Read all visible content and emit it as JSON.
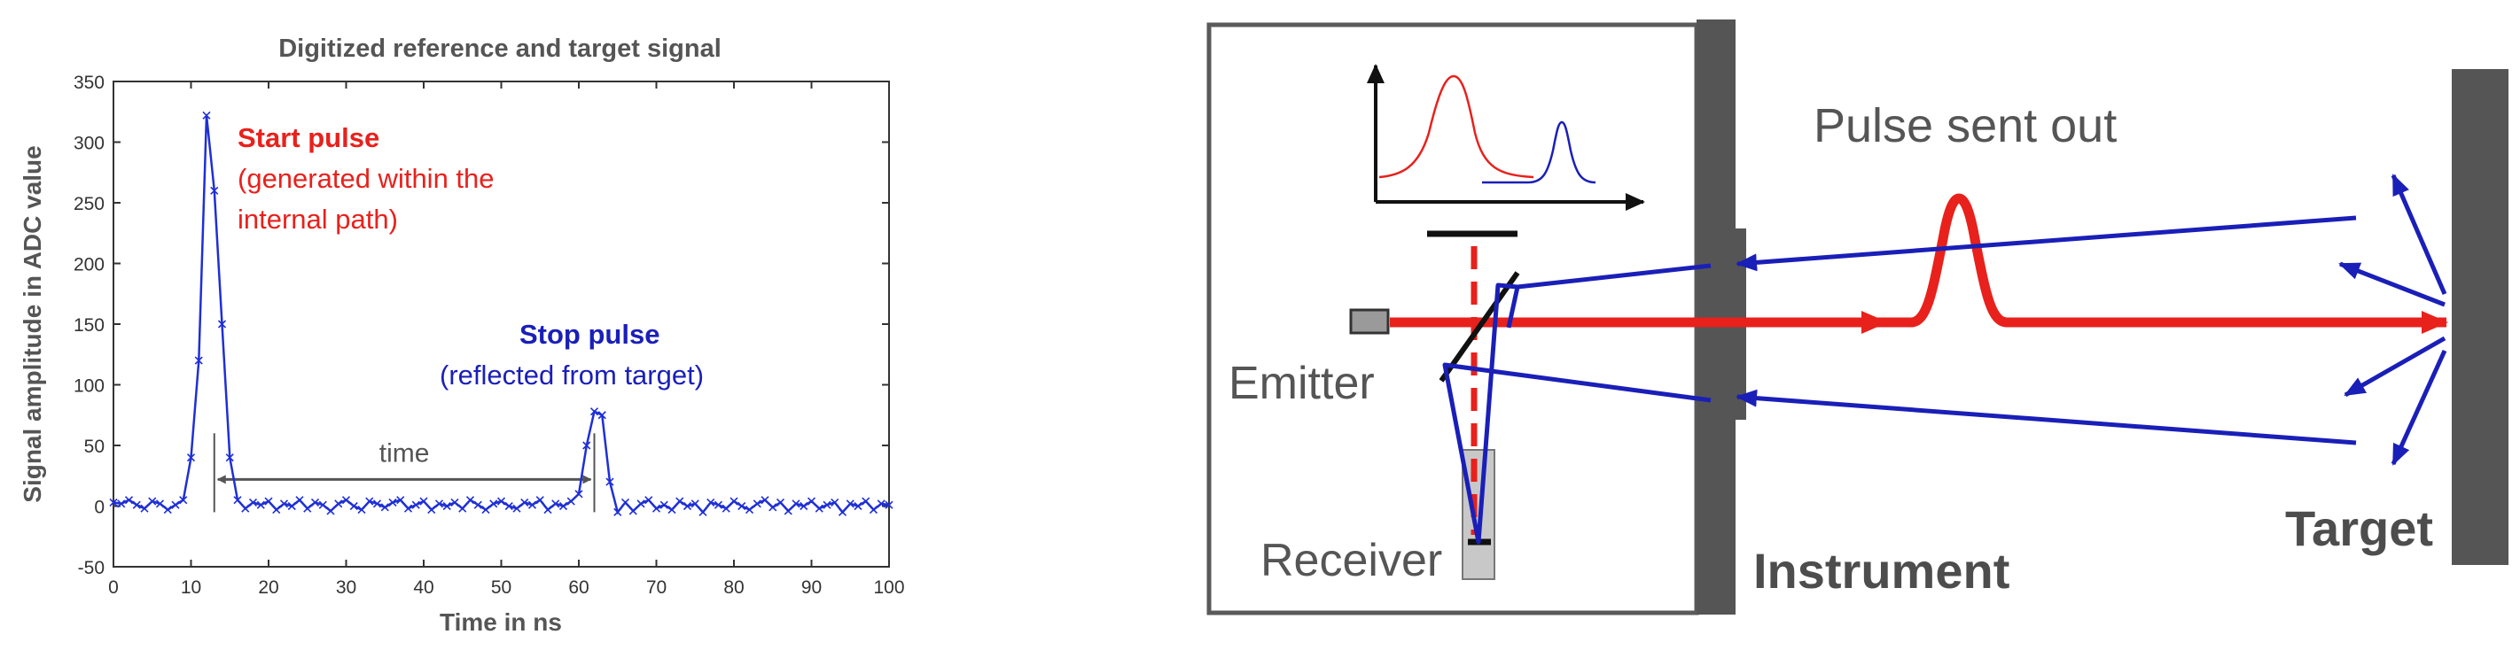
{
  "chart_data": {
    "type": "line",
    "title": "Digitized reference and target signal",
    "xlabel": "Time in ns",
    "ylabel": "Signal amplitude in ADC value",
    "xlim": [
      0,
      100
    ],
    "ylim": [
      -50,
      350
    ],
    "xticks": [
      0,
      10,
      20,
      30,
      40,
      50,
      60,
      70,
      80,
      90,
      100
    ],
    "yticks": [
      -50,
      0,
      50,
      100,
      150,
      200,
      250,
      300,
      350
    ],
    "grid": false,
    "x": [
      0,
      1,
      2,
      3,
      4,
      5,
      6,
      7,
      8,
      9,
      10,
      11,
      12,
      13,
      14,
      15,
      16,
      17,
      18,
      19,
      20,
      21,
      22,
      23,
      24,
      25,
      26,
      27,
      28,
      29,
      30,
      31,
      32,
      33,
      34,
      35,
      36,
      37,
      38,
      39,
      40,
      41,
      42,
      43,
      44,
      45,
      46,
      47,
      48,
      49,
      50,
      51,
      52,
      53,
      54,
      55,
      56,
      57,
      58,
      59,
      60,
      61,
      62,
      63,
      64,
      65,
      66,
      67,
      68,
      69,
      70,
      71,
      72,
      73,
      74,
      75,
      76,
      77,
      78,
      79,
      80,
      81,
      82,
      83,
      84,
      85,
      86,
      87,
      88,
      89,
      90,
      91,
      92,
      93,
      94,
      95,
      96,
      97,
      98,
      99,
      100
    ],
    "y": [
      3,
      2,
      5,
      1,
      -2,
      4,
      2,
      -3,
      1,
      5,
      40,
      120,
      322,
      260,
      150,
      40,
      5,
      -2,
      3,
      1,
      4,
      -3,
      2,
      0,
      5,
      -2,
      3,
      1,
      -4,
      2,
      5,
      0,
      -3,
      4,
      2,
      -1,
      3,
      5,
      -2,
      1,
      4,
      -3,
      2,
      0,
      3,
      -2,
      5,
      1,
      -3,
      2,
      4,
      0,
      -2,
      3,
      1,
      5,
      -3,
      2,
      0,
      4,
      10,
      50,
      78,
      75,
      20,
      -5,
      3,
      -4,
      2,
      5,
      -2,
      1,
      -3,
      4,
      0,
      2,
      -5,
      3,
      1,
      -2,
      4,
      0,
      -3,
      2,
      5,
      -1,
      3,
      -4,
      2,
      0,
      4,
      -2,
      1,
      3,
      -5,
      2,
      0,
      4,
      -3,
      2,
      1
    ],
    "series": [
      {
        "name": "",
        "color": "#1f2fd6"
      }
    ],
    "annotations": {
      "start_title": "Start pulse",
      "start_line1": "(generated within the",
      "start_line2": "internal path)",
      "stop_title": "Stop pulse",
      "stop_line1": "(reflected from target)",
      "time_label": "time",
      "time_span": [
        13,
        62
      ]
    }
  },
  "diagram": {
    "pulse_label": "Pulse sent out",
    "emitter_label": "Emitter",
    "receiver_label": "Receiver",
    "instrument_label": "Instrument",
    "target_label": "Target"
  },
  "colors": {
    "red": "#e8211c",
    "blue": "#1a1fb8",
    "signal": "#1f2fd6",
    "dark_gray": "#595959",
    "gray": "#4d4d4d",
    "axis": "#333333"
  }
}
